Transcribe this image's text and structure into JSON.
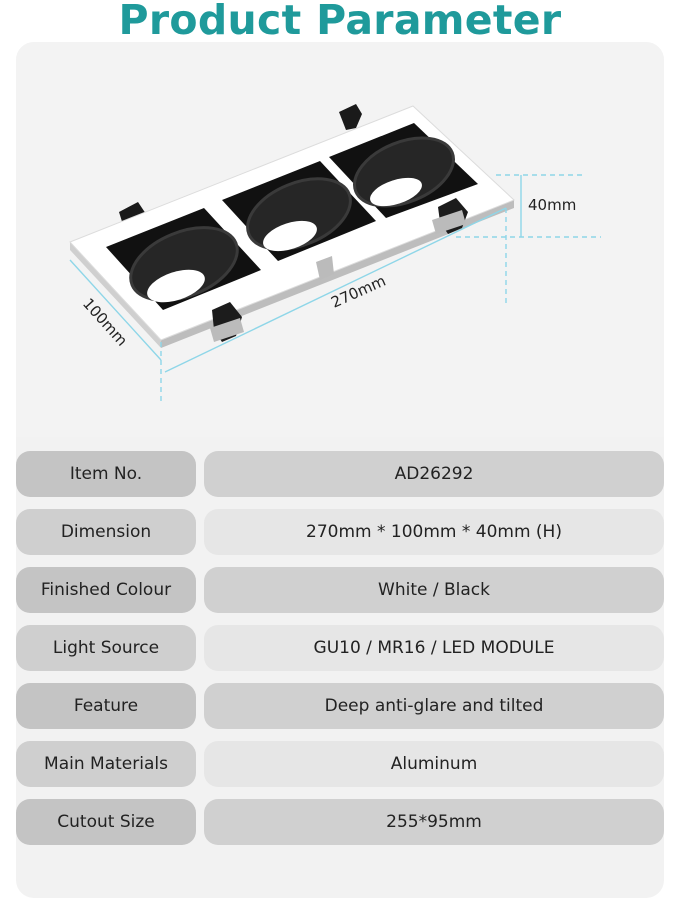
{
  "title": "Product Parameter",
  "colors": {
    "accent": "#1f9a9b",
    "dimension_line": "#8ed6e8"
  },
  "diagram": {
    "height_label": "40mm",
    "length_label": "270mm",
    "width_label": "100mm"
  },
  "params": [
    {
      "label": "Item No.",
      "value": "AD26292"
    },
    {
      "label": "Dimension",
      "value": "270mm * 100mm * 40mm (H)"
    },
    {
      "label": "Finished Colour",
      "value": "White / Black"
    },
    {
      "label": "Light Source",
      "value": "GU10 / MR16 / LED MODULE"
    },
    {
      "label": "Feature",
      "value": "Deep anti-glare and tilted"
    },
    {
      "label": "Main Materials",
      "value": "Aluminum"
    },
    {
      "label": "Cutout Size",
      "value": "255*95mm"
    }
  ]
}
